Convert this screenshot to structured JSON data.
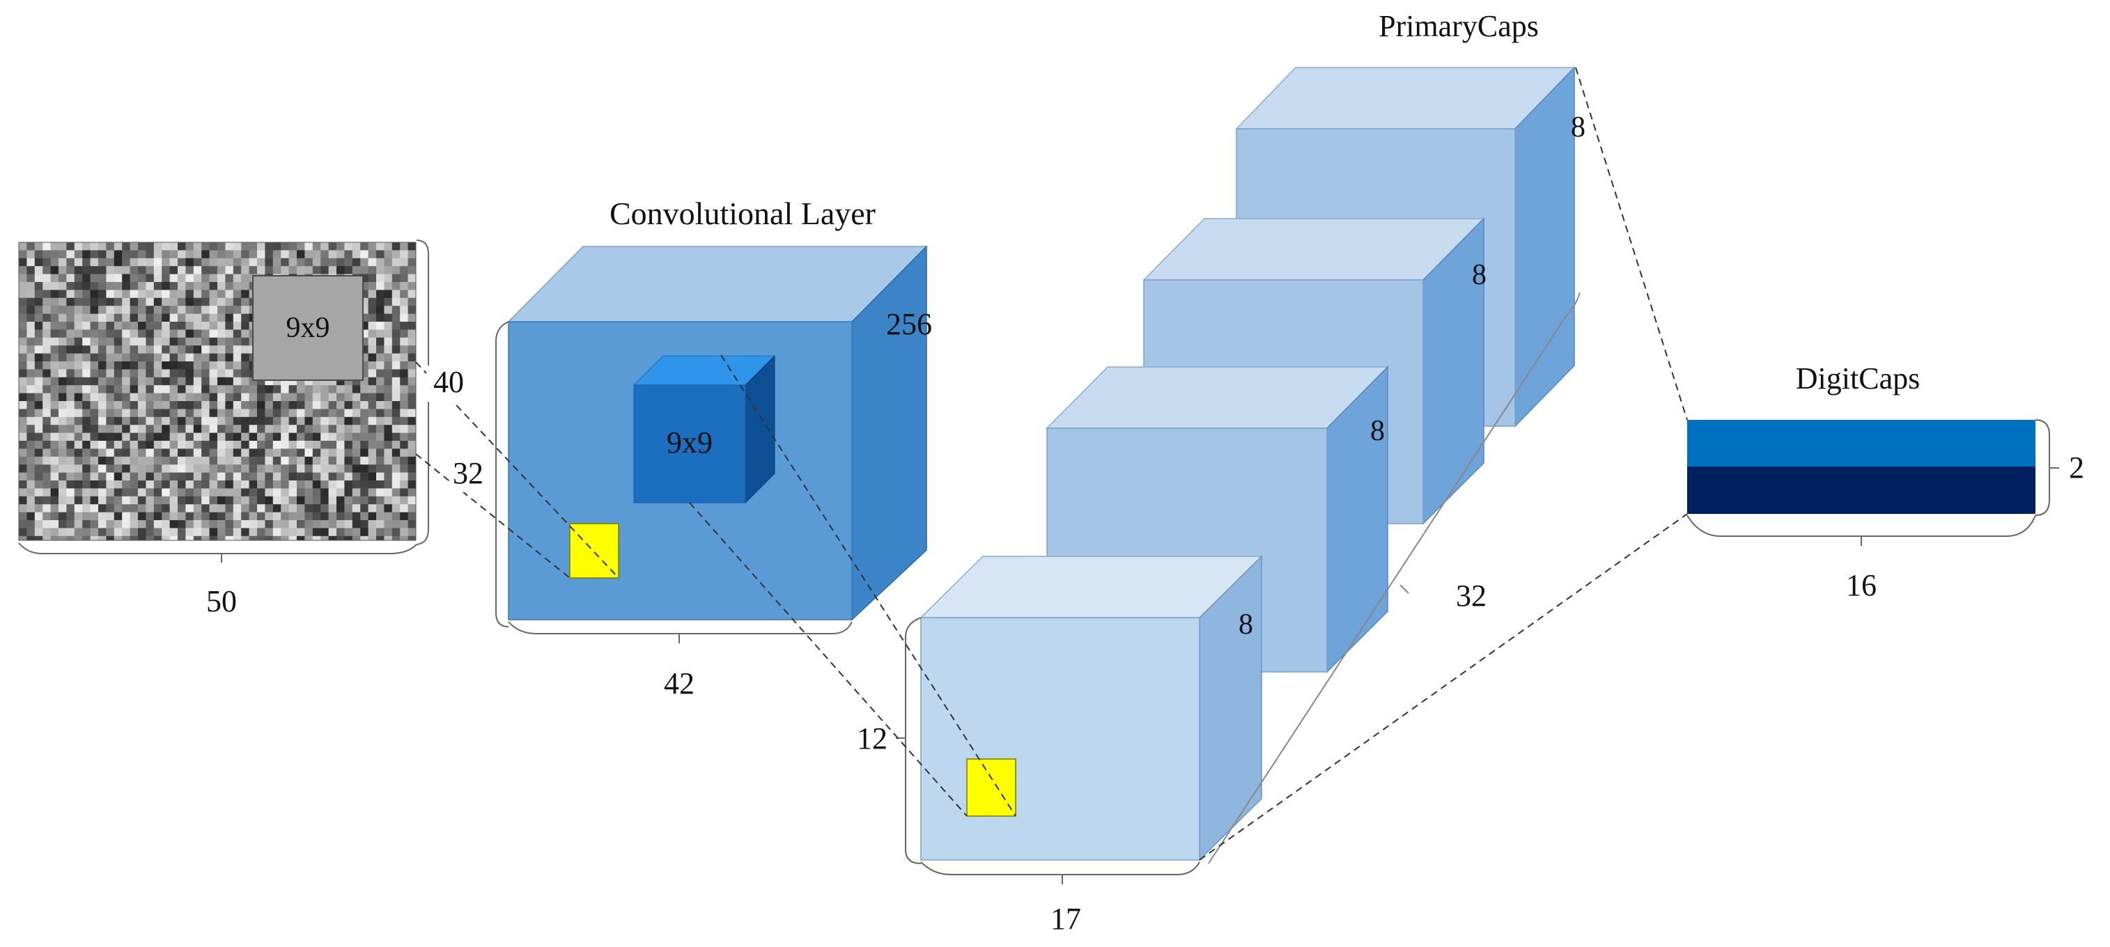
{
  "input_image": {
    "size_label": "9x9",
    "dim_40": "40",
    "dim_32": "32",
    "width": "50"
  },
  "conv_layer": {
    "title": "Convolutional Layer",
    "kernel_label": "9x9",
    "depth": "256",
    "width": "42"
  },
  "primary_caps": {
    "title": "PrimaryCaps",
    "depth_labels": [
      "8",
      "8",
      "8",
      "8"
    ],
    "height": "12",
    "width": "17",
    "count": "32"
  },
  "digit_caps": {
    "title": "DigitCaps",
    "rows": "2",
    "width": "16"
  },
  "colors": {
    "conv_front": "#5b9bd5",
    "conv_top": "#a9c9e9",
    "conv_side": "#3c84c8",
    "kernel_front": "#1b6ec0",
    "kernel_top": "#2f95ea",
    "kernel_side": "#0d4f95",
    "caps_front": "#bdd7ee",
    "caps_top": "#d7e6f5",
    "caps_side": "#8fb6df",
    "caps_front_back": "#a4c5e6",
    "highlight": "#ffff00",
    "digit_top": "#0070c0",
    "digit_bottom": "#002060",
    "window": "#a6a6a6"
  }
}
